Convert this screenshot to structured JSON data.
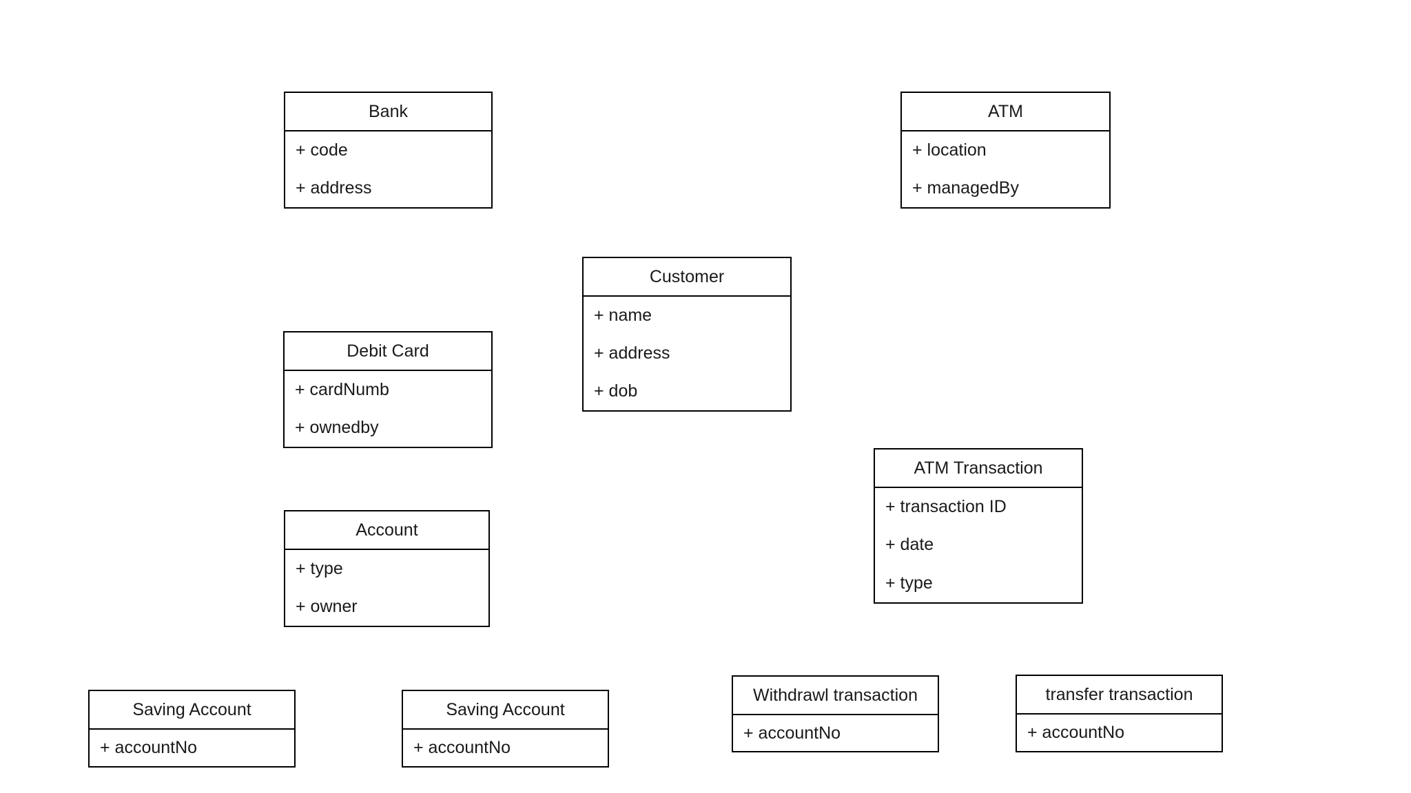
{
  "diagram": {
    "type": "uml-class-diagram",
    "background_color": "#ffffff",
    "box_fill_color": "#ffffff",
    "box_border_color": "#000000",
    "text_color": "#1a1a1a"
  },
  "classes": [
    {
      "name": "Bank",
      "attributes": [
        "+ code",
        "+ address"
      ]
    },
    {
      "name": "ATM",
      "attributes": [
        "+ location",
        "+ managedBy"
      ]
    },
    {
      "name": "Customer",
      "attributes": [
        "+ name",
        "+ address",
        "+ dob"
      ]
    },
    {
      "name": "Debit Card",
      "attributes": [
        "+ cardNumb",
        "+ ownedby"
      ]
    },
    {
      "name": "ATM Transaction",
      "attributes": [
        "+ transaction ID",
        "+ date",
        "+ type"
      ]
    },
    {
      "name": "Account",
      "attributes": [
        "+ type",
        "+ owner"
      ]
    },
    {
      "name": "Saving Account",
      "attributes": [
        "+ accountNo"
      ]
    },
    {
      "name": "Saving Account",
      "attributes": [
        "+ accountNo"
      ]
    },
    {
      "name": "Withdrawl transaction",
      "attributes": [
        "+ accountNo"
      ]
    },
    {
      "name": "transfer transaction",
      "attributes": [
        "+ accountNo"
      ]
    }
  ]
}
